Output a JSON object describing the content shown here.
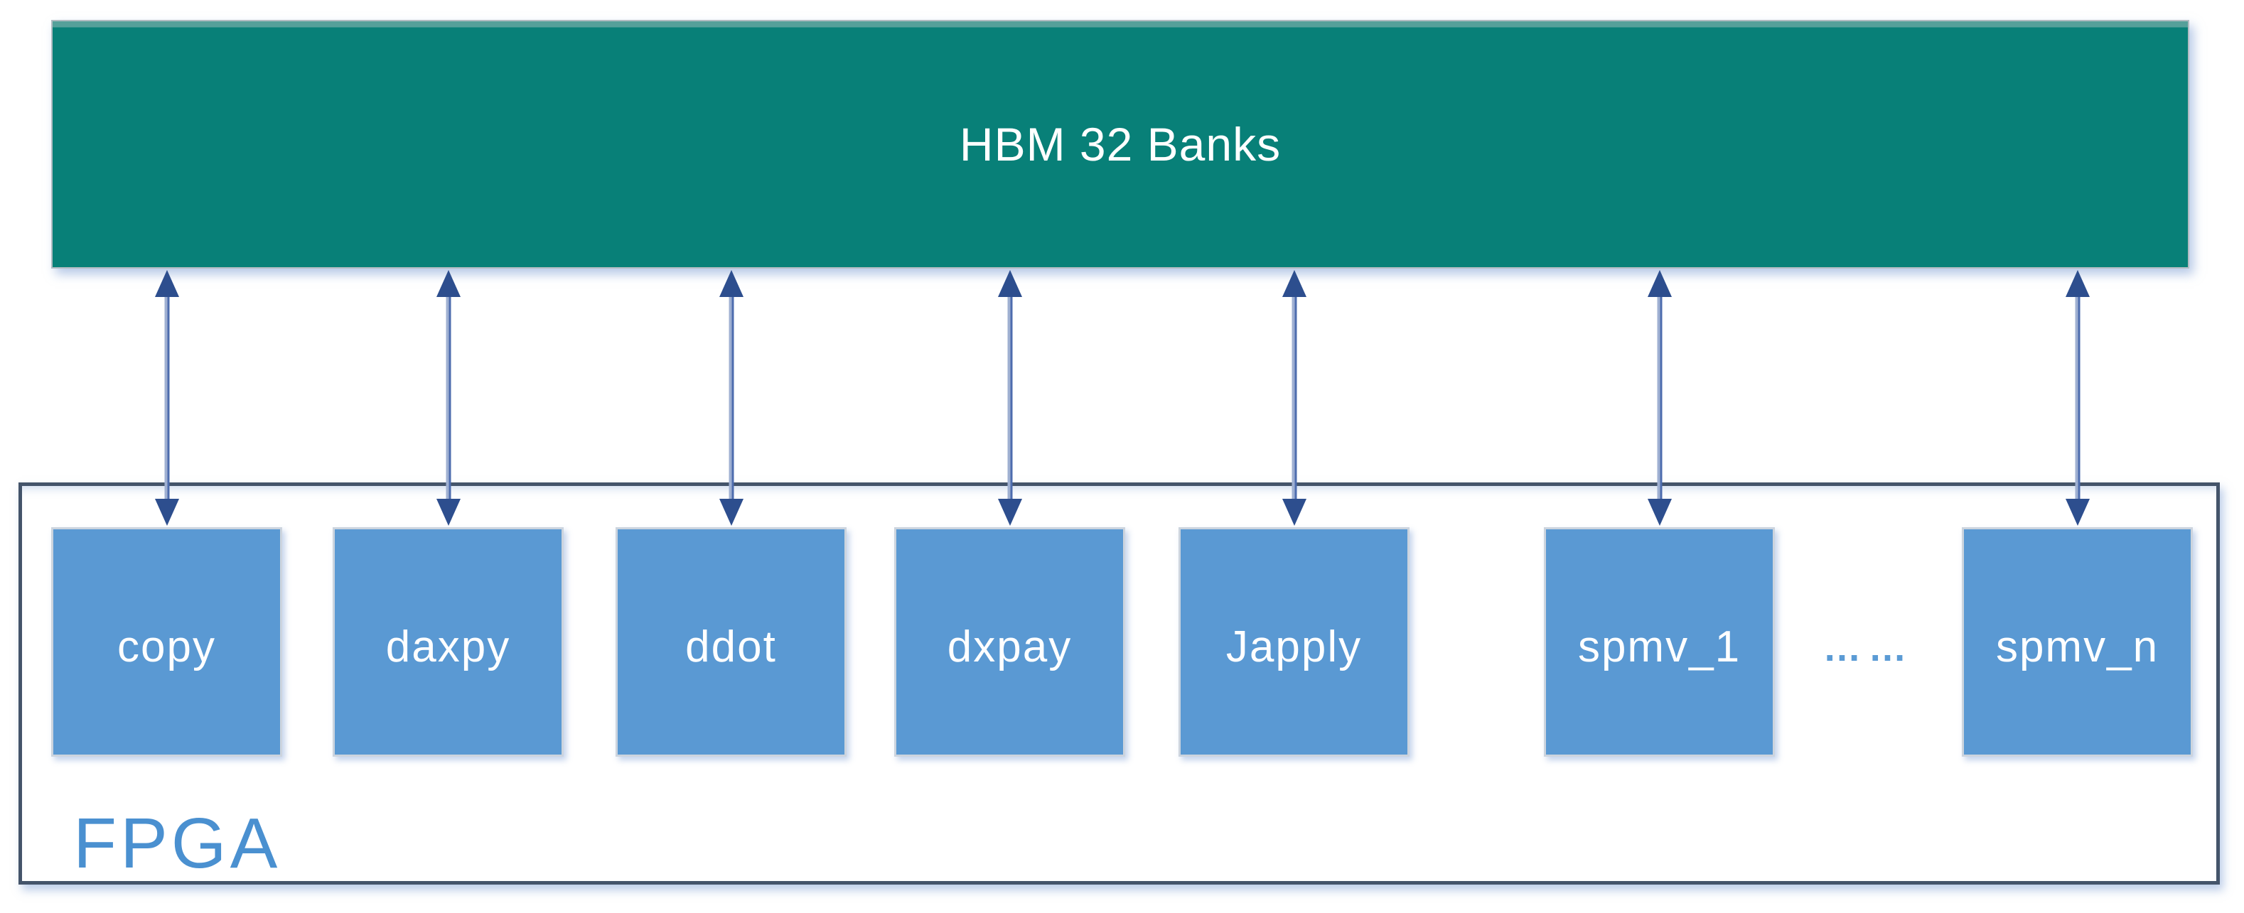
{
  "diagram": {
    "hbm_label": "HBM 32 Banks",
    "fpga_label": "FPGA",
    "kernels": [
      {
        "label": "copy"
      },
      {
        "label": "daxpy"
      },
      {
        "label": "ddot"
      },
      {
        "label": "dxpay"
      },
      {
        "label": "Japply"
      },
      {
        "label": "spmv_1"
      },
      {
        "label": "spmv_n"
      }
    ],
    "ellipsis": "……",
    "colors": {
      "hbm_fill": "#088078",
      "hbm_highlight": "#55A09A",
      "hbm_text": "#FFFFFF",
      "kernel_fill": "#5A99D3",
      "kernel_border": "#CCD4DE",
      "kernel_text": "#FFFFFF",
      "fpga_border": "#44546A",
      "fpga_label_color": "#4A90D0",
      "arrow_shaft": "#8096C4",
      "arrow_head": "#2D4E8E",
      "ellipsis_color": "#5B9BD5",
      "shadow_tint": "#7C9DD4"
    }
  }
}
